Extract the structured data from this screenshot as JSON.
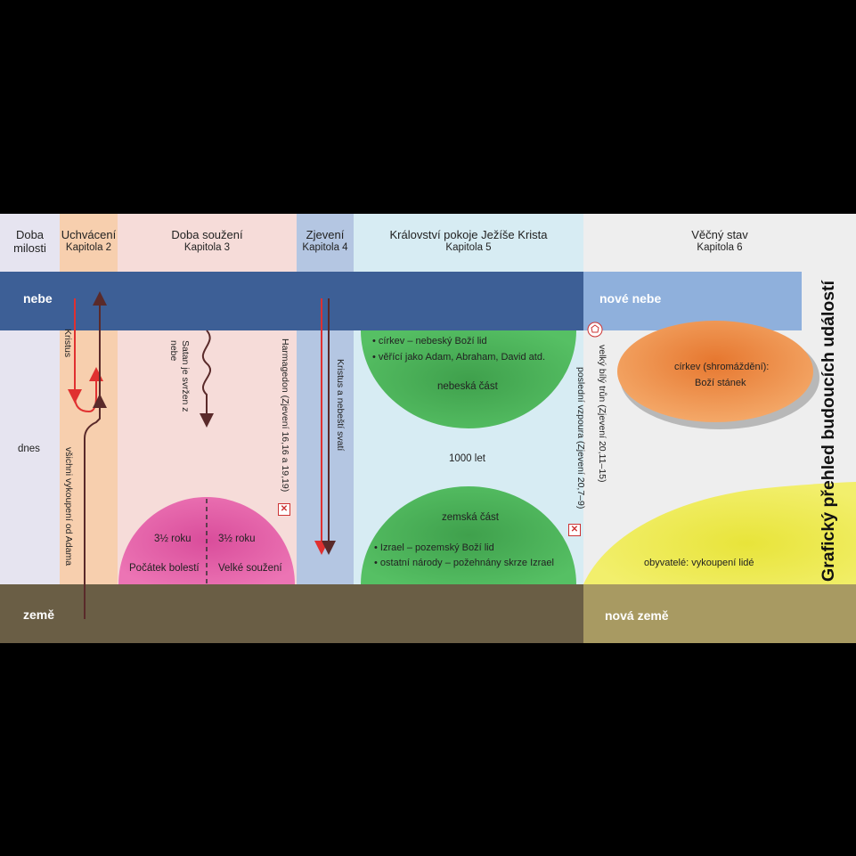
{
  "columns": [
    {
      "title": "Doba",
      "title2": "milosti",
      "chapter": ""
    },
    {
      "title": "Uchvácení",
      "chapter": "Kapitola 2"
    },
    {
      "title": "Doba soužení",
      "chapter": "Kapitola 3"
    },
    {
      "title": "Zjevení",
      "chapter": "Kapitola 4"
    },
    {
      "title": "Království pokoje Ježíše Krista",
      "chapter": "Kapitola 5"
    },
    {
      "title": "Věčný stav",
      "chapter": "Kapitola 6"
    }
  ],
  "bands": {
    "heaven": "nebe",
    "today": "dnes",
    "earth": "země",
    "new_heaven": "nové nebe",
    "new_earth": "nová země"
  },
  "labels": {
    "kristus": "Kristus",
    "redeemed": "všichni vykoupení od Adama",
    "satan": "Satan je svržen z nebe",
    "harmagedon": "Harmagedon (Zjevení 16,16 a 19,19)",
    "christ_saints": "Kristus a nebeští svatí",
    "last_revolt": "poslední vzpoura (Zjevení 20,7–9)",
    "white_throne": "velký bílý trůn (Zjevení 20,11–15)",
    "years_left": "3½ roku",
    "years_right": "3½ roku",
    "birth_pains": "Počátek bolestí",
    "great_tribulation": "Velké soužení",
    "church_heavenly": "církev – nebeský Boží lid",
    "believers": "věřící jako Adam, Abraham, David atd.",
    "heavenly_part": "nebeská část",
    "thousand_years": "1000 let",
    "earthly_part": "zemská část",
    "israel": "Izrael – pozemský Boží lid",
    "nations": "ostatní národy – požehnány skrze Izrael",
    "church_assembly": "církev (shromáždění):",
    "tabernacle": "Boží stánek",
    "inhabitants": "obyvatelé: vykoupení lidé",
    "side_title": "Grafický přehled budoucích událostí"
  },
  "colors": {
    "heaven_band": "#3d5f96",
    "earth_band": "#6a5e45",
    "new_heaven": "#8fb0dc",
    "new_earth": "#a89a62",
    "arrow_red": "#e03030",
    "arrow_dark": "#5a2a2a",
    "kingdom_green": "#4cb85a",
    "tribulation_pink": "#e060a8",
    "church_orange": "#ee8c4a",
    "inhabitants_yellow": "#eeea50"
  }
}
